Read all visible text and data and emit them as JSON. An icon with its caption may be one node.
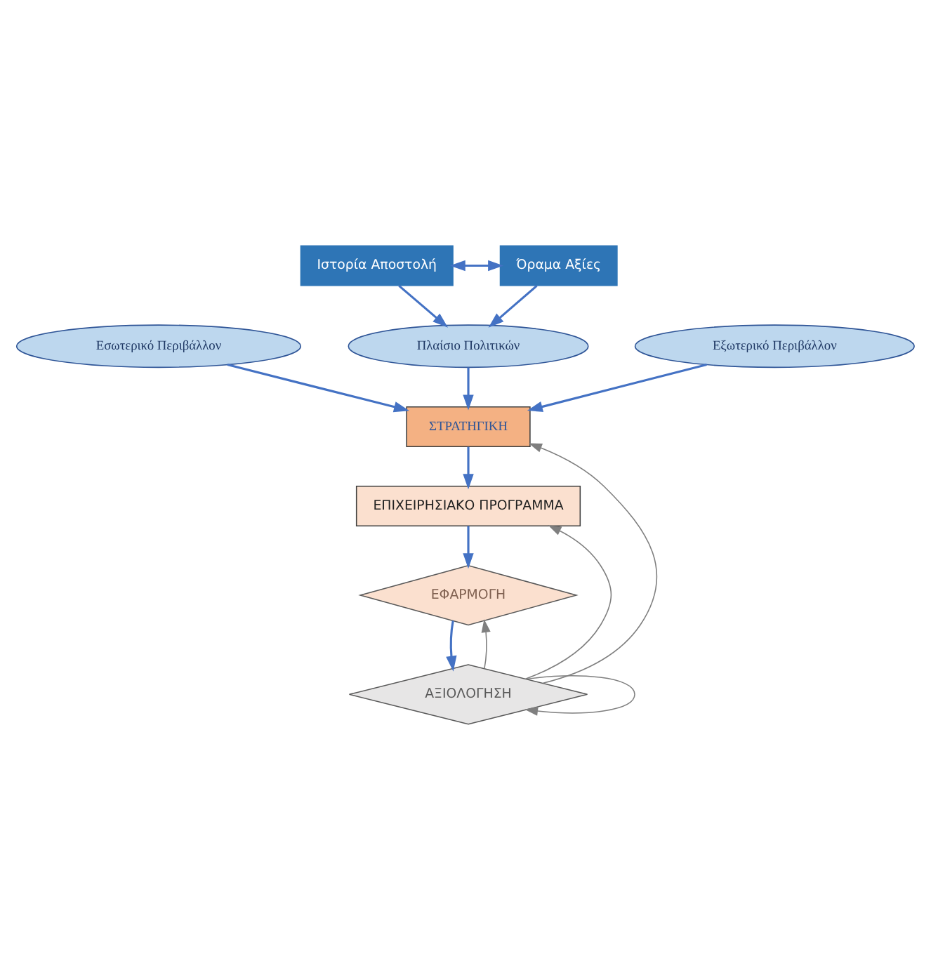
{
  "diagram": {
    "nodes": [
      {
        "text": [
          "Ιστορία Αποστολή"
        ]
      },
      {
        "text": [
          "Όραμα Αξίες"
        ]
      },
      {
        "text": [
          "Πλαίσιο Πολιτικών"
        ]
      },
      {
        "text": [
          "Εσωτερικό Περιβάλλον"
        ]
      },
      {
        "text": [
          "Εξωτερικό Περιβάλλον"
        ]
      },
      {
        "text": [
          "ΣΤΡΑΤΗΓΙΚΗ"
        ]
      },
      {
        "text": [
          "ΕΠΙΧΕΙΡΗΣΙΑΚΟ ΠΡΟΓΡΑΜΜΑ"
        ]
      },
      {
        "text": [
          "ΕΦΑΡΜΟΓΗ"
        ]
      },
      {
        "text": [
          "ΑΞΙΟΛΟΓΗΣΗ"
        ]
      }
    ],
    "edges": [
      {
        "from": 0,
        "to": 1,
        "arrow": "both"
      },
      {
        "from": 0,
        "to": 2,
        "arrow": "to"
      },
      {
        "from": 1,
        "to": 2,
        "arrow": "to"
      },
      {
        "from": 2,
        "to": 5,
        "arrow": "to"
      },
      {
        "from": 3,
        "to": 5,
        "arrow": "to"
      },
      {
        "from": 4,
        "to": 5,
        "arrow": "to"
      },
      {
        "from": 5,
        "to": 6,
        "arrow": "to"
      },
      {
        "from": 6,
        "to": 7,
        "arrow": "to"
      },
      {
        "from": 7,
        "to": 8,
        "arrow": "to"
      },
      {
        "from": 8,
        "to": 5,
        "arrow": "to",
        "color": "#7f7f7f"
      },
      {
        "from": 8,
        "to": 6,
        "arrow": "to",
        "color": "#7f7f7f"
      },
      {
        "from": 8,
        "to": 7,
        "arrow": "to",
        "color": "#7f7f7f"
      },
      {
        "from": 8,
        "to": 8,
        "arrow": "to",
        "color": "#7f7f7f"
      }
    ]
  }
}
